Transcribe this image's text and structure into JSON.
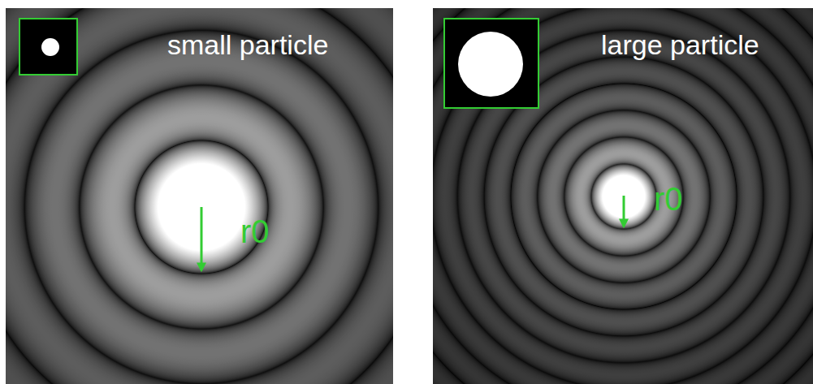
{
  "diagram": {
    "labels": [
      "small particle",
      "large particle",
      "r0",
      "r0"
    ]
  }
}
